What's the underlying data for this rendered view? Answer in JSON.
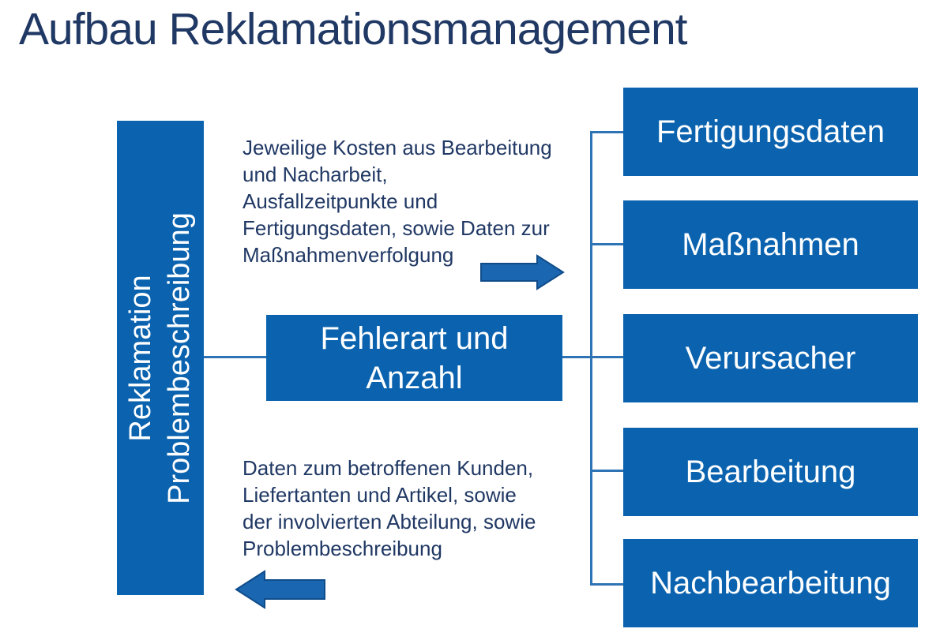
{
  "title": "Aufbau Reklamationsmanagement",
  "colors": {
    "box_blue": "#0B63AF",
    "text_navy": "#203864",
    "connector_blue": "#2E74B5",
    "arrow_fill": "#1B66B0",
    "arrow_border": "#0F4C8A",
    "box_text": "#FFFFFF"
  },
  "left_box": {
    "lines": [
      "Reklamation",
      "Problembeschreibung"
    ]
  },
  "center_box": {
    "label": "Fehlerart und Anzahl"
  },
  "right_boxes": [
    {
      "label": "Fertigungsdaten"
    },
    {
      "label": "Maßnahmen"
    },
    {
      "label": "Verursacher"
    },
    {
      "label": "Bearbeitung"
    },
    {
      "label": "Nachbearbeitung"
    }
  ],
  "annotations": {
    "top": {
      "lines": [
        "Jeweilige Kosten aus Bearbeitung",
        "und Nacharbeit,",
        "Ausfallzeitpunkte und",
        "Fertigungsdaten, sowie Daten zur",
        "Maßnahmenverfolgung"
      ]
    },
    "bottom": {
      "lines": [
        "Daten zum betroffenen Kunden,",
        "Liefertanten und Artikel, sowie",
        "der involvierten Abteilung, sowie",
        "Problembeschreibung"
      ]
    }
  },
  "arrows": [
    {
      "name": "right-arrow",
      "direction": "right"
    },
    {
      "name": "left-arrow",
      "direction": "left"
    }
  ]
}
